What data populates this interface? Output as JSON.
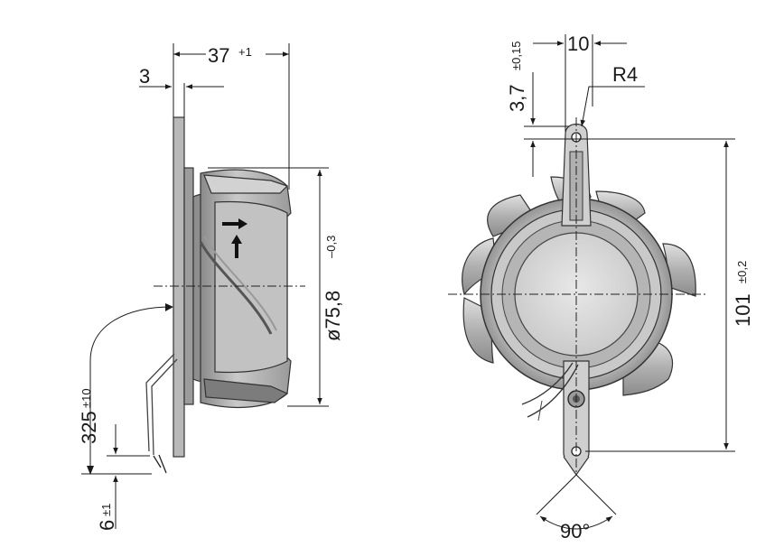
{
  "dimensions": {
    "depth": {
      "value": "37",
      "tolerance": "+1"
    },
    "flange_thickness": {
      "value": "3"
    },
    "diameter": {
      "value": "ø75,8",
      "tolerance": "–0,3"
    },
    "cable_length": {
      "value": "325",
      "tolerance": "±10"
    },
    "cable_strip": {
      "value": "6",
      "tolerance": "±1"
    },
    "hole_offset": {
      "value": "3,7",
      "tolerance": "±0,15"
    },
    "mount_width": {
      "value": "10"
    },
    "radius": {
      "value": "R4"
    },
    "hole_spacing": {
      "value": "101",
      "tolerance": "±0,2"
    },
    "angle": {
      "value": "90°"
    }
  },
  "colors": {
    "line": "#1a1a1a",
    "metal_dark": "#7a7a7a",
    "metal_mid": "#a9a9a9",
    "metal_light": "#d6d6d6",
    "hub": "#dcdcdc"
  }
}
